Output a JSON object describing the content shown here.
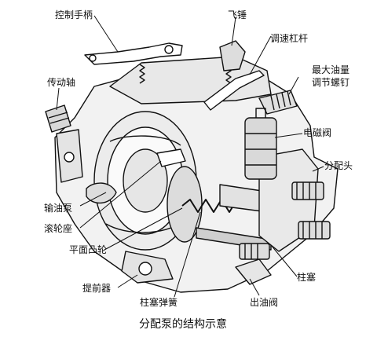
{
  "figure": {
    "caption": "分配泵的结构示意",
    "labels": {
      "control_handle": "控制手柄",
      "flyweight": "飞锤",
      "governor_lever": "调速杠杆",
      "max_fuel_screw_line1": "最大油量",
      "max_fuel_screw_line2": "调节螺钉",
      "drive_shaft": "传动轴",
      "solenoid_valve": "电磁阀",
      "distributor_head": "分配头",
      "feed_pump": "输油泵",
      "roller_seat": "滚轮座",
      "cam_plate": "平面凸轮",
      "plunger": "柱塞",
      "advance_device": "提前器",
      "plunger_spring": "柱塞弹簧",
      "delivery_valve": "出油阀"
    }
  }
}
